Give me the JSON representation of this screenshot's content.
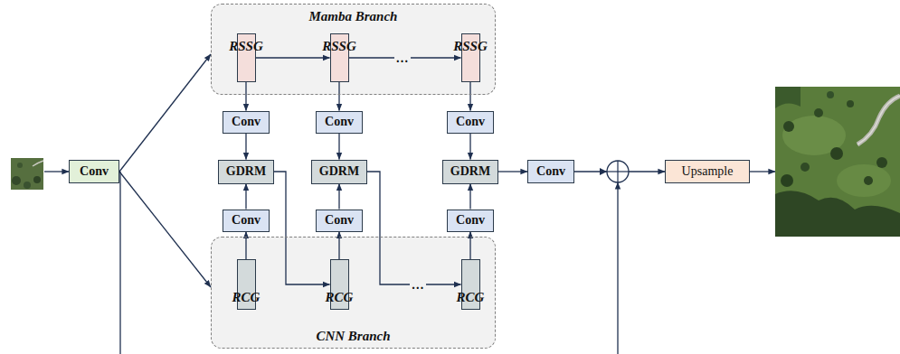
{
  "diagram": {
    "nodes": [
      {
        "text": [
          "Conv"
        ]
      },
      {
        "text": [
          "Mamba Branch"
        ]
      },
      {
        "text": [
          "RSSG"
        ],
        "in": 1
      },
      {
        "text": [
          "RSSG"
        ],
        "in": 1
      },
      {
        "text": [
          "RSSG"
        ],
        "in": 1
      },
      {
        "text": [
          "Conv"
        ]
      },
      {
        "text": [
          "Conv"
        ]
      },
      {
        "text": [
          "Conv"
        ]
      },
      {
        "text": [
          "GDRM"
        ]
      },
      {
        "text": [
          "GDRM"
        ]
      },
      {
        "text": [
          "GDRM"
        ]
      },
      {
        "text": [
          "Conv"
        ]
      },
      {
        "text": [
          "Conv"
        ]
      },
      {
        "text": [
          "Conv"
        ]
      },
      {
        "text": [
          "CNN Branch"
        ]
      },
      {
        "text": [
          "RCG"
        ],
        "in": 14
      },
      {
        "text": [
          "RCG"
        ],
        "in": 14
      },
      {
        "text": [
          "RCG"
        ],
        "in": 14
      },
      {
        "text": [
          "Conv"
        ]
      },
      {
        "text": [
          "Upsample"
        ]
      }
    ],
    "edges": [
      {
        "from": 0,
        "to": 1,
        "arrow": "to"
      },
      {
        "from": 0,
        "to": 14,
        "arrow": "to"
      },
      {
        "from": 2,
        "to": 3,
        "arrow": "to"
      },
      {
        "from": 3,
        "to": 4,
        "label": "…",
        "arrow": "to"
      },
      {
        "from": 2,
        "to": 5,
        "arrow": "to"
      },
      {
        "from": 3,
        "to": 6,
        "arrow": "to"
      },
      {
        "from": 4,
        "to": 7,
        "arrow": "to"
      },
      {
        "from": 5,
        "to": 8,
        "arrow": "to"
      },
      {
        "from": 6,
        "to": 9,
        "arrow": "to"
      },
      {
        "from": 7,
        "to": 10,
        "arrow": "to"
      },
      {
        "from": 15,
        "to": 11,
        "arrow": "to"
      },
      {
        "from": 16,
        "to": 12,
        "arrow": "to"
      },
      {
        "from": 17,
        "to": 13,
        "arrow": "to"
      },
      {
        "from": 11,
        "to": 8,
        "arrow": "to"
      },
      {
        "from": 12,
        "to": 9,
        "arrow": "to"
      },
      {
        "from": 13,
        "to": 10,
        "arrow": "to"
      },
      {
        "from": 8,
        "to": 16,
        "arrow": "to"
      },
      {
        "from": 9,
        "to": 17,
        "label": "…",
        "arrow": "to"
      },
      {
        "from": 10,
        "to": 18,
        "arrow": "to"
      },
      {
        "from": 18,
        "to": 19,
        "arrow": "to"
      }
    ]
  }
}
